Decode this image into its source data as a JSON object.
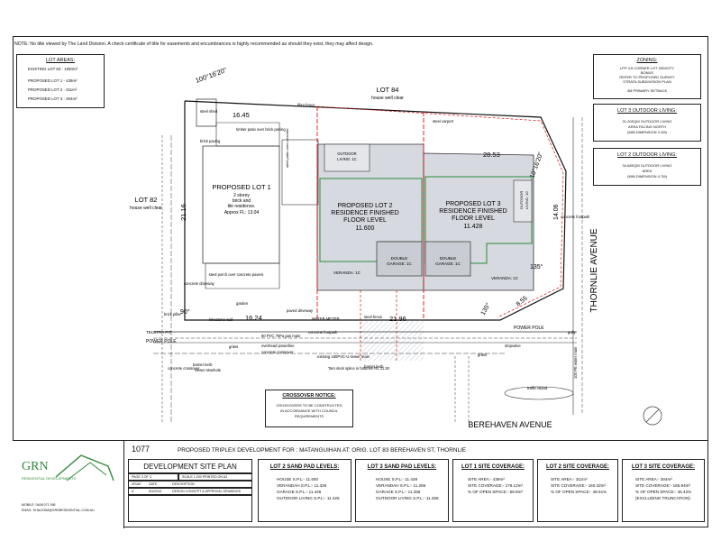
{
  "note": "NOTE: No title viewed by The Land Division. A check certificate of title for easements and encumbrances is highly recommended as should they exist, they may affect design.",
  "lot_areas": {
    "title": "LOT AREAS:",
    "existing": "EXISTING LOT 83 - 1050m²",
    "lots": [
      "PROPOSED LOT 1 - 439m²",
      "PROPOSED LOT 2 - 311m²",
      "PROPOSED LOT 3 - 304m²"
    ]
  },
  "zoning": {
    "title": "ZONING:",
    "lines": [
      "LPP 4.8 CORNER LOT DENSITY",
      "BONUS",
      "REFER TO PROPOSED SURVEY",
      "STRATA SUBDIVISION PLAN",
      "4M PRIMARY SETBACK"
    ]
  },
  "lot3_outdoor": {
    "title": "LOT 3 OUTDOOR LIVING:",
    "lines": [
      "31.20SQM OUTDOOR LIVING",
      "AREA FACING NORTH",
      "(MIN DIMENSION 4.1M)"
    ]
  },
  "lot2_outdoor": {
    "title": "LOT 2 OUTDOOR LIVING:",
    "lines": [
      "34.68SQM OUTDOOR LIVING",
      "AREA",
      "(MIN DIMENSION 4.7M)"
    ]
  },
  "plan": {
    "lot84": "LOT 84",
    "lot84_sub": "house well clear",
    "lot82": "LOT 82",
    "lot82_sub": "house well clear",
    "bearing_top": "100°16'20\"",
    "bearing_right": "10°16'20\"",
    "dim_top_left": "16.45",
    "dim_top_right": "28.53",
    "dim_left": "21.16",
    "dim_bottom_left": "16.24",
    "dim_bottom_mid": "21.96",
    "dim_right": "14.06",
    "dim_right_low": "8.55",
    "angle_a": "135°",
    "angle_b": "135°",
    "angle_c": "90°",
    "lot1_label": "PROPOSED LOT 1",
    "lot1_desc": [
      "2 storey",
      "brick and",
      "tile residence.",
      "Approx FL: 13.04"
    ],
    "lot2_label": [
      "PROPOSED LOT 2",
      "RESIDENCE FINISHED",
      "FLOOR LEVEL",
      "11.600"
    ],
    "lot3_label": [
      "PROPOSED LOT 3",
      "RESIDENCE FINISHED",
      "FLOOR LEVEL",
      "11.428"
    ],
    "outdoor_lot2": [
      "OUTDOOR",
      "LIVING: 1C"
    ],
    "outdoor_lot3": [
      "OUTDOOR",
      "LIVING: 1C"
    ],
    "garage_lot2": [
      "DOUBLE",
      "GARAGE: 1C"
    ],
    "garage_lot3": [
      "DOUBLE",
      "GARAGE: 1C"
    ],
    "veranda_lot2": "VERANDA: 1C",
    "veranda_lot3": "VERANDA: 1C",
    "labels_misc": {
      "steel_shed": "steel shed",
      "timber_patio": "timber patio over brick paving",
      "brick_paving": "brick paving",
      "steel_porch": "steel porch over concrete pavers",
      "garden": "garden",
      "limestone_wall": "limestone wall",
      "paved_driveway": "paved driveway",
      "concrete_driveway": "concrete driveway",
      "concrete_footpath": "concrete footpath",
      "water_meter": "WATER METER",
      "power_pole": "POWER POLE",
      "telstra_pit": "TELSTRA PIT",
      "pvc_gas": "80 PVC 7kPa gas main",
      "overhead_powerline": "overhead powerline",
      "concrete_crossover": "concrete crossover",
      "existing_sewer": "existing 150PVC-U sewer main",
      "water_main": "100 PE water main",
      "barrier_kerb": "barrier kerb",
      "sewer_manhole": "Sewer Manhole",
      "tam_deck": "Tam deck splice in bitumen RL 11.30",
      "traffic_island": "traffic island",
      "stop_sign": "stopvalve",
      "grass": "grass",
      "gully": "gully",
      "brick_pillar": "brick pillar",
      "steel_fence": "steel fence",
      "fibro_fence": "fibro fence",
      "steel_carport": "steel carport",
      "patio_over": "steel patio over concrete"
    },
    "crossover": {
      "title": "CROSSOVER NOTICE:",
      "lines": [
        "CROSSOVERS TO BE CONSTRUCTED",
        "IN ACCORDANCE WITH COUNCIL",
        "REQUIREMENTS"
      ]
    },
    "street_right": "THORNLIE  AVENUE",
    "street_bottom": "BEREHAVEN   AVENUE"
  },
  "title_block": {
    "job_no": "1077",
    "project": "PROPOSED TRIPLEX DEVELOPMENT FOR : MATANGUIHAN AT: ORIG. LOT 83 BEREHAVEN ST, THORNLIE",
    "sheet_title": "DEVELOPMENT SITE PLAN",
    "logo_letters": "GRN",
    "logo_sub": "RESIDENTIAL DEVELOPMENTS",
    "contact": [
      "MOBILE: 0408 071 936",
      "EMAIL: KHALEDM@GRNRESIDENTIAL.COM.AU"
    ],
    "page": "PAGE 3 OF 3",
    "scale": "SCALE 1:200 PRINTED ON A3",
    "rev_head": [
      "ISSUE",
      "DATE",
      "DESCRIPTION"
    ],
    "rev_row": [
      "A",
      "6/4/2016",
      "DESIGN CONCEPT & APPROVAL DRAWINGS"
    ],
    "lot2_pad": {
      "title": "LOT 2 SAND PAD LEVELS:",
      "lines": [
        "HOUSE S.P.L:- 11.600",
        "VERANDAH S.P.L:- 11.426",
        "GARAGE S.P.L:- 11.426",
        "OUTDOOR LIVING S.P.L:- 11.426"
      ]
    },
    "lot3_pad": {
      "title": "LOT 3 SAND PAD LEVELS:",
      "lines": [
        "HOUSE S.P.L:- 11.428",
        "VERANDAH S.P.L:- 11.256",
        "GARAGE S.P.L:- 11.256",
        "OUTDOOR LIVING S.P.L:- 11.256"
      ]
    },
    "lot1_cov": {
      "title": "LOT 1 SITE COVERAGE:",
      "lines": [
        "SITE AREA:- 439m²",
        "SITE COVERAGE:- 176.12m²",
        "% OF OPEN SPACE:- 59.9m²"
      ]
    },
    "lot2_cov": {
      "title": "LOT 2 SITE COVERAGE:",
      "lines": [
        "SITE AREA:- 311m²",
        "SITE COVERAGE:- 160.32m²",
        "% OF OPEN SPACE:- 48.51%"
      ]
    },
    "lot3_cov": {
      "title": "LOT 3 SITE COVERAGE:",
      "lines": [
        "SITE AREA:- 304m²",
        "SITE COVERAGE:- 165.94m²",
        "% OF OPEN SPACE:- 45.42%",
        "(EXCLUDING TRUNCATION)"
      ]
    }
  }
}
